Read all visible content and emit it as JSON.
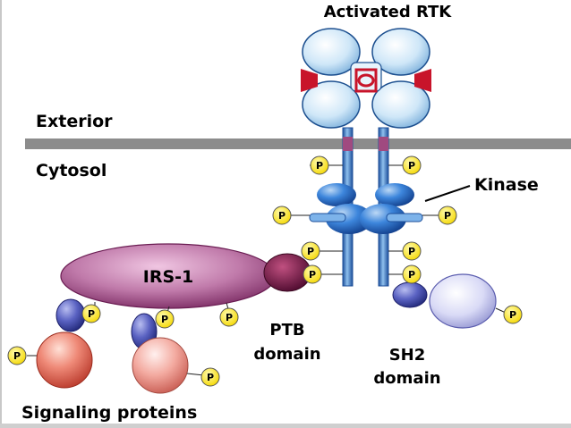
{
  "labels": {
    "title": "Activated RTK",
    "exterior": "Exterior",
    "cytosol": "Cytosol",
    "kinase": "Kinase",
    "irs1": "IRS-1",
    "ptb_line1": "PTB",
    "ptb_line2": "domain",
    "sh2_line1": "SH2",
    "sh2_line2": "domain",
    "signaling": "Signaling proteins"
  },
  "phosphate_label": "P",
  "colors": {
    "membrane": "#8c8c8c",
    "receptor_light": "#c7e4f7",
    "receptor_stalk": "#3a7fcf",
    "kinase": "#2e6fc9",
    "ligand": "#c8142a",
    "irs1": "#a04a88",
    "ptb": "#6a1040",
    "phosphate": "#ffe600",
    "signal_small": "#4a52b0",
    "signal_large": "#e06a5a",
    "sh2_small": "#4a4fa8",
    "sh2_large": "#cfd0f0"
  }
}
